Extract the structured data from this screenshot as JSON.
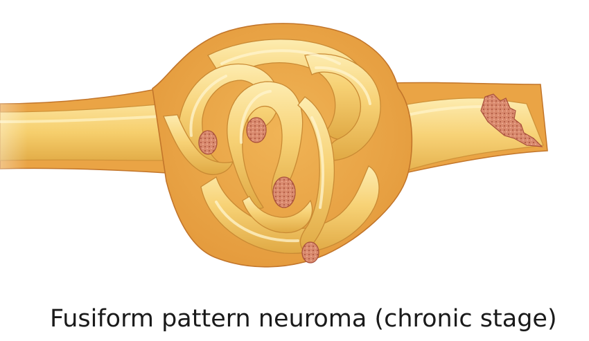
{
  "caption": "Fusiform pattern neuroma (chronic stage)",
  "colors": {
    "sheath": "#eaa445",
    "sheath_outline": "#c2752a",
    "nerve_light": "#fde7a0",
    "nerve_mid": "#f5cc68",
    "nerve_dark": "#d9a23d",
    "fascicle_cut": "#d9826a",
    "fascicle_dot": "#a8503c"
  },
  "icons": [
    "neuroma-illustration",
    "nerve-fascicle-cross-section",
    "frayed-nerve-end"
  ]
}
